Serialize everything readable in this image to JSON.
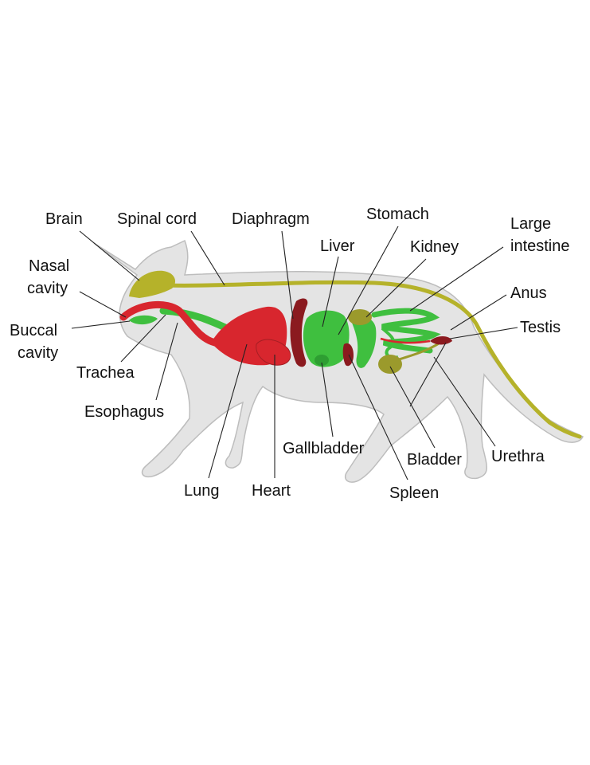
{
  "labels": {
    "brain": "Brain",
    "spinal_cord": "Spinal cord",
    "diaphragm": "Diaphragm",
    "stomach": "Stomach",
    "large_intestine_1": "Large",
    "large_intestine_2": "intestine",
    "liver": "Liver",
    "kidney": "Kidney",
    "nasal_1": "Nasal",
    "nasal_2": "cavity",
    "anus": "Anus",
    "buccal_1": "Buccal",
    "buccal_2": "cavity",
    "testis": "Testis",
    "trachea": "Trachea",
    "esophagus": "Esophagus",
    "gallbladder": "Gallbladder",
    "bladder": "Bladder",
    "urethra": "Urethra",
    "lung": "Lung",
    "heart": "Heart",
    "spleen": "Spleen"
  },
  "colors": {
    "body": "#e3e3e3",
    "outline": "#b9b9b9",
    "nerve": "#b5b22a",
    "respiratory": "#d8262e",
    "dark_red": "#8b1a1f",
    "digestive": "#3fbf3f",
    "olive": "#9b9a2c"
  }
}
